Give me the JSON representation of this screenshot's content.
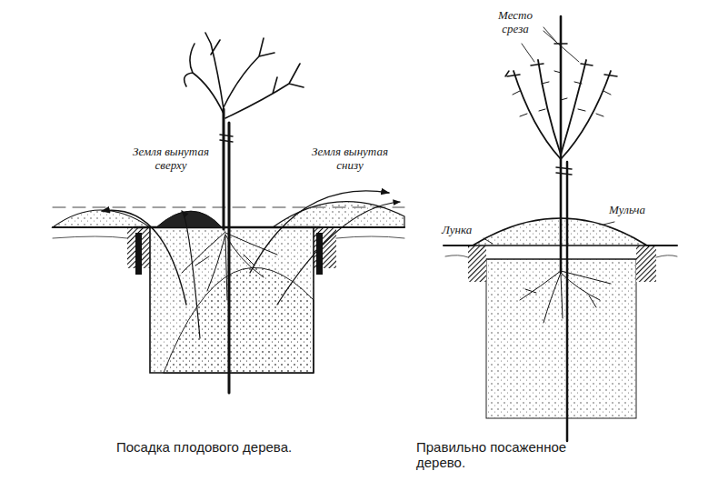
{
  "diagram": {
    "labels": [
      "Земля вынутая сверху",
      "Земля вынутая снизу",
      "Место среза",
      "Лунка",
      "Мульча",
      "Посадка плодового дерева.",
      "Правильно посаженное дерево."
    ]
  }
}
